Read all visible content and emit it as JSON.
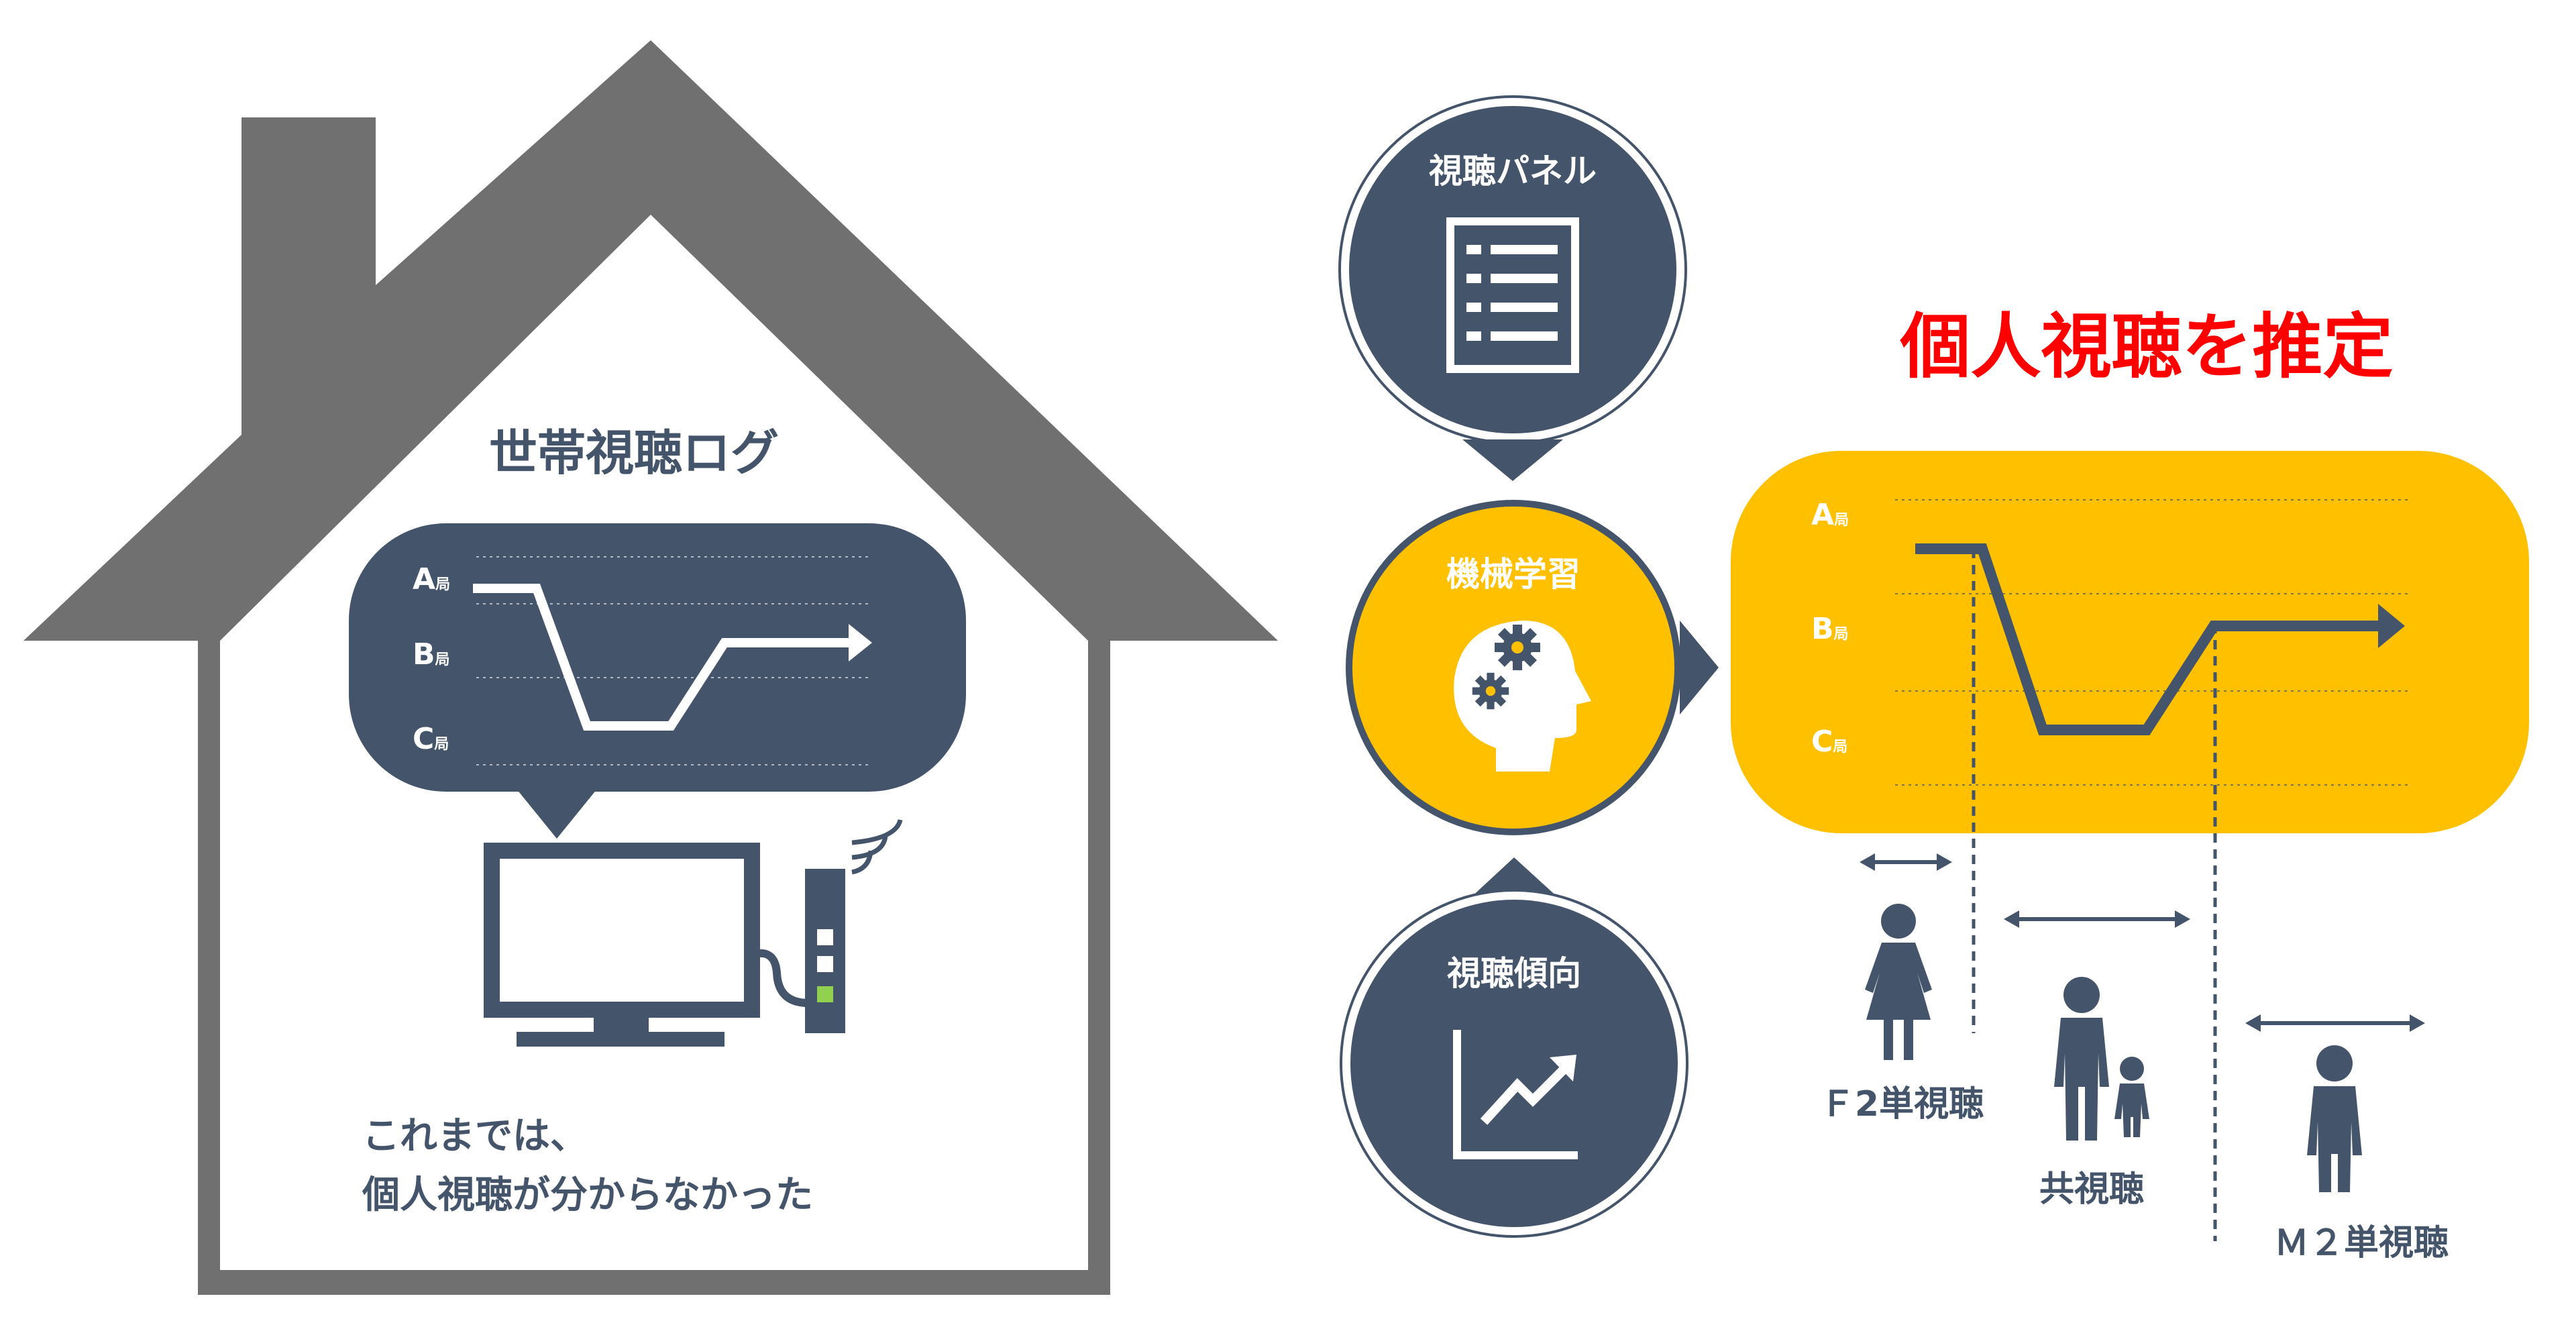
{
  "house": {
    "title": "世帯視聴ログ",
    "channels": [
      "A",
      "B",
      "C"
    ],
    "channel_suffix": "局",
    "caption_line1": "これまでは、",
    "caption_line2": "個人視聴が分からなかった"
  },
  "inputs": {
    "panel_label": "視聴パネル",
    "ml_label": "機械学習",
    "trend_label": "視聴傾向"
  },
  "result": {
    "headline": "個人視聴を推定",
    "channels": [
      "A",
      "B",
      "C"
    ],
    "channel_suffix": "局",
    "segments": [
      {
        "label": "Ｆ2単視聴"
      },
      {
        "label": "共視聴"
      },
      {
        "label": "Ｍ２単視聴"
      }
    ]
  },
  "colors": {
    "house": "#707070",
    "navy": "#44546a",
    "yellow": "#ffc000",
    "headline": "#ff0000",
    "white": "#ffffff"
  }
}
